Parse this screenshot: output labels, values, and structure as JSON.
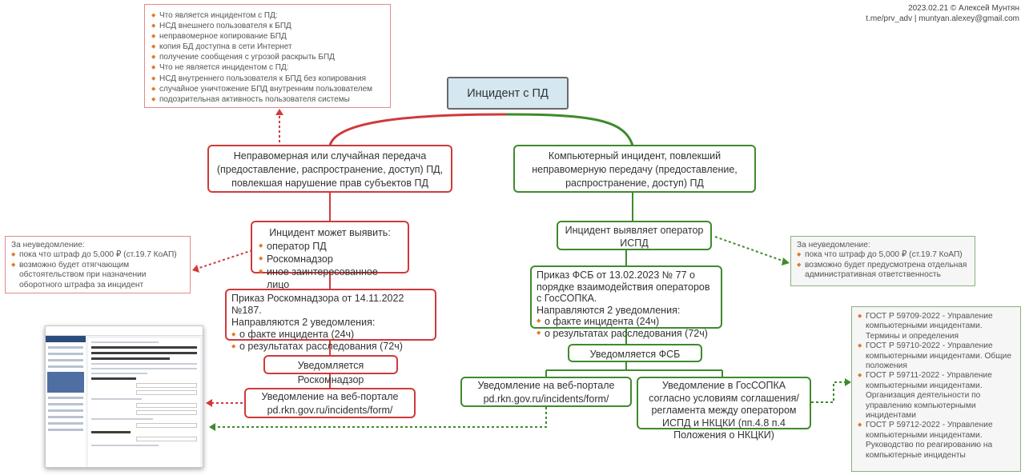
{
  "header": {
    "line1": "2023.02.21 © Алексей Мунтян",
    "line2": "t.me/prv_adv | muntyan.alexey@gmail.com"
  },
  "root": {
    "label": "Инцидент с ПД"
  },
  "left_branch": {
    "title": "Неправомерная или случайная передача (предоставление, распространение, доступ) ПД, повлекшая нарушение прав субъектов ПД",
    "detect": {
      "heading": "Инцидент может выявить:",
      "items": [
        "оператор ПД",
        "Роскомнадзор",
        "иное заинтересованное лицо"
      ]
    },
    "order": {
      "line1": "Приказ Роскомнадзора от 14.11.2022 №187.",
      "line2": "Направляются 2 уведомления:",
      "items": [
        "о факте инцидента (24ч)",
        "о результатах расследования (72ч)"
      ]
    },
    "notify": "Уведомляется Роскомнадзор",
    "portal": "Уведомление на веб-портале pd.rkn.gov.ru/incidents/form/"
  },
  "right_branch": {
    "title": "Компьютерный инцидент, повлекший неправомерную передачу (предоставление, распространение, доступ) ПД",
    "detect": "Инцидент выявляет оператор ИСПД",
    "order": {
      "line1": "Приказ ФСБ от 13.02.2023 № 77 о порядке взаимодействия операторов с ГосСОПКА.",
      "line2": "Направляются 2 уведомления:",
      "items": [
        "о факте инцидента (24ч)",
        "о результатах расследования (72ч)"
      ]
    },
    "notify": "Уведомляется ФСБ",
    "portal": "Уведомление на веб-портале pd.rkn.gov.ru/incidents/form/",
    "gossopka": "Уведомление в ГосСОПКА согласно условиям соглашения/регламента между оператором ИСПД и НКЦКИ (пп.4.8 п.4 Положения о НКЦКИ)"
  },
  "notes": {
    "top": {
      "heading1": "Что является инцидентом с ПД:",
      "items1": [
        "НСД внешнего пользователя к БПД",
        "неправомерное копирование БПД",
        "копия БД доступна в сети Интернет",
        "получение сообщения с угрозой раскрыть БПД"
      ],
      "heading2": "Что не является инцидентом с ПД:",
      "items2": [
        "НСД внутреннего пользователя к БПД без копирования",
        "случайное уничтожение БПД внутренним пользователем",
        "подозрительная активность пользователя системы"
      ]
    },
    "left_fine": {
      "heading": "За неуведомление:",
      "items": [
        "пока что штраф до 5,000 ₽ (ст.19.7 КоАП)",
        "возможно будет отягчающим обстоятельством при назначении оборотного штрафа за инцидент"
      ]
    },
    "right_fine": {
      "heading": "За неуведомление:",
      "items": [
        "пока что штраф до 5,000 ₽ (ст.19.7 КоАП)",
        "возможно будет предусмотрена отдельная административная ответственность"
      ]
    },
    "gost": {
      "items": [
        "ГОСТ Р 59709-2022 - Управление компьютерными инцидентами. Термины и определения",
        "ГОСТ Р 59710-2022 - Управление компьютерными инцидентами. Общие положения",
        "ГОСТ Р 59711-2022 - Управление компьютерными инцидентами. Организация деятельности по управлению компьютерными инцидентами",
        "ГОСТ Р 59712-2022 - Управление компьютерными инцидентами. Руководство по реагированию на компьютерные инциденты"
      ]
    }
  },
  "colors": {
    "red": "#d03a3a",
    "green": "#3f8a2c",
    "root_bg": "#d5e7f1",
    "bullet": "#e07a2a"
  }
}
